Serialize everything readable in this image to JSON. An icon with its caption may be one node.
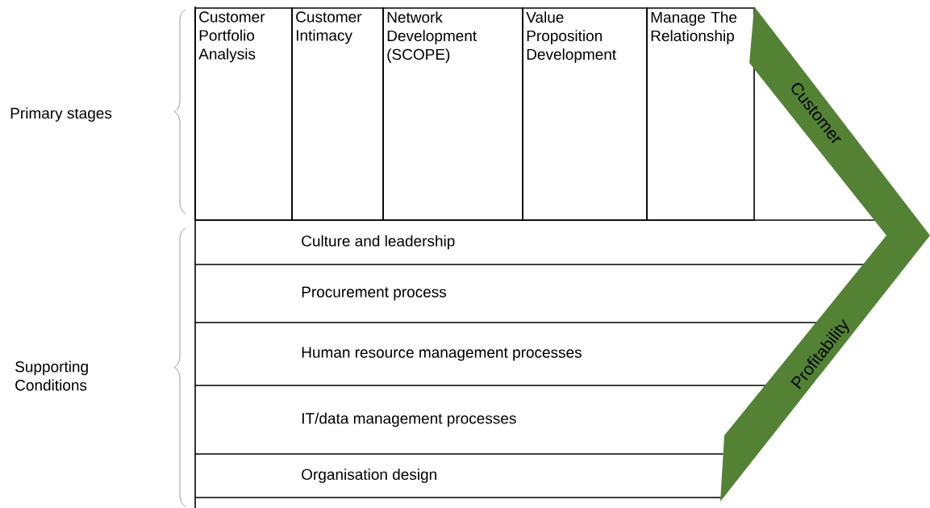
{
  "diagram": {
    "nodes": [
      {
        "text": [
          "Customer Portfolio Analysis"
        ]
      },
      {
        "text": [
          "Customer Intimacy"
        ]
      },
      {
        "text": [
          "Network Development (SCOPE)"
        ]
      },
      {
        "text": [
          "Value Proposition Development"
        ]
      },
      {
        "text": [
          "Manage The Relationship"
        ]
      },
      {
        "text": [
          "Culture and leadership"
        ]
      },
      {
        "text": [
          "Procurement process"
        ]
      },
      {
        "text": [
          "Human resource management processes"
        ]
      },
      {
        "text": [
          "IT/data management processes"
        ]
      },
      {
        "text": [
          "Organisation design"
        ]
      },
      {
        "text": [
          "Customer",
          "Profitability"
        ]
      }
    ],
    "labels": [
      "Primary stages",
      "Supporting Conditions"
    ]
  }
}
